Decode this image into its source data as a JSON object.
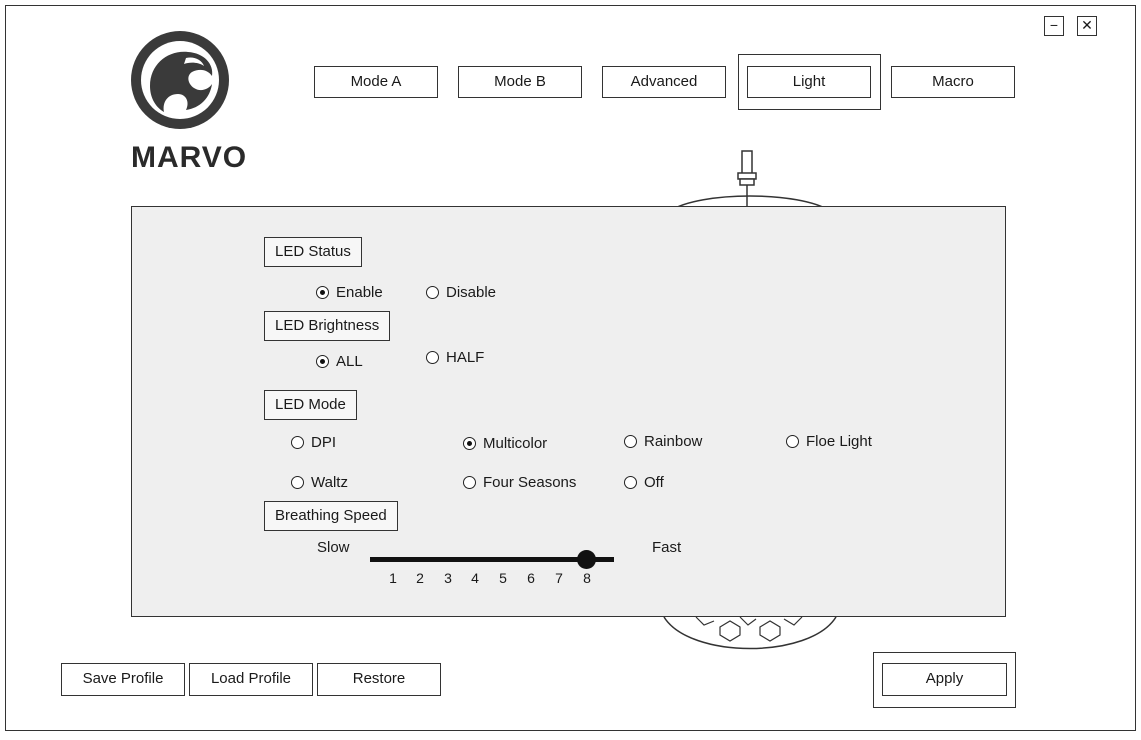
{
  "window": {
    "minimize_glyph": "−",
    "close_glyph": "✕"
  },
  "brand": {
    "name": "MARVO"
  },
  "tabs": [
    {
      "label": "Mode A",
      "active": false
    },
    {
      "label": "Mode B",
      "active": false
    },
    {
      "label": "Advanced",
      "active": false
    },
    {
      "label": "Light",
      "active": true
    },
    {
      "label": "Macro",
      "active": false
    }
  ],
  "led_status": {
    "title": "LED Status",
    "options": [
      {
        "label": "Enable",
        "selected": true
      },
      {
        "label": "Disable",
        "selected": false
      }
    ]
  },
  "led_brightness": {
    "title": "LED Brightness",
    "options": [
      {
        "label": "ALL",
        "selected": true
      },
      {
        "label": "HALF",
        "selected": false
      }
    ]
  },
  "led_mode": {
    "title": "LED Mode",
    "options": [
      {
        "label": "DPI",
        "selected": false
      },
      {
        "label": "Multicolor",
        "selected": true
      },
      {
        "label": "Rainbow",
        "selected": false
      },
      {
        "label": "Floe Light",
        "selected": false
      },
      {
        "label": "Waltz",
        "selected": false
      },
      {
        "label": "Four Seasons",
        "selected": false
      },
      {
        "label": "Off",
        "selected": false
      }
    ]
  },
  "breathing_speed": {
    "title": "Breathing Speed",
    "slow_label": "Slow",
    "fast_label": "Fast",
    "ticks": [
      "1",
      "2",
      "3",
      "4",
      "5",
      "6",
      "7",
      "8"
    ],
    "value": 8,
    "max": 8
  },
  "footer": {
    "save_label": "Save Profile",
    "load_label": "Load Profile",
    "restore_label": "Restore",
    "apply_label": "Apply"
  }
}
